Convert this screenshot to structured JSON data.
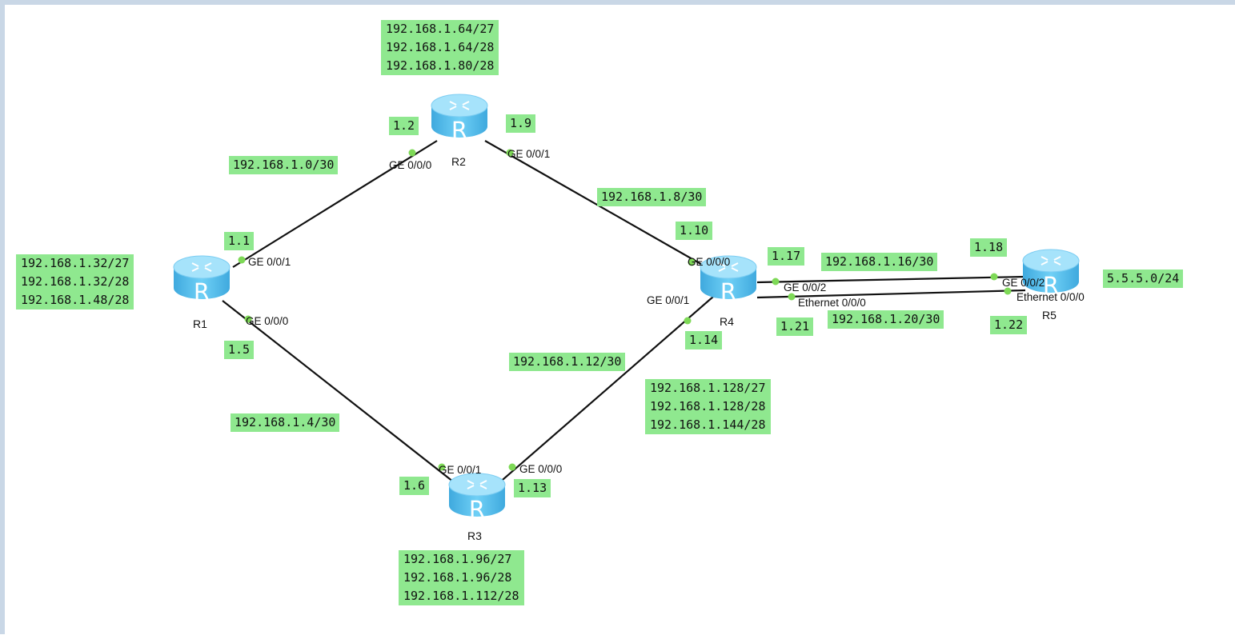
{
  "routers": {
    "r1": {
      "name": "R1"
    },
    "r2": {
      "name": "R2"
    },
    "r3": {
      "name": "R3"
    },
    "r4": {
      "name": "R4"
    },
    "r5": {
      "name": "R5"
    },
    "icon_letter": "R"
  },
  "ports": {
    "r2_ge000": "GE 0/0/0",
    "r2_ge001": "GE 0/0/1",
    "r1_ge001": "GE 0/0/1",
    "r1_ge000": "GE 0/0/0",
    "r4_ge000": "GE 0/0/0",
    "r4_ge001": "GE 0/0/1",
    "r4_ge002": "GE 0/0/2",
    "r4_eth000": "Ethernet 0/0/0",
    "r5_ge002": "GE 0/0/2",
    "r5_eth000": "Ethernet 0/0/0",
    "r3_ge001": "GE 0/0/1",
    "r3_ge000": "GE 0/0/0"
  },
  "addresses": {
    "r2_ge000": "1.2",
    "r2_ge001": "1.9",
    "r1_ge001": "1.1",
    "r1_ge000": "1.5",
    "r4_ge000": "1.10",
    "r4_ge002": "1.17",
    "r4_eth000": "1.21",
    "r4_ge001": "1.14",
    "r5_ge002": "1.18",
    "r5_eth000": "1.22",
    "r3_ge001": "1.6",
    "r3_ge000": "1.13"
  },
  "links": {
    "r1_r2": "192.168.1.0/30",
    "r2_r4": "192.168.1.8/30",
    "r1_r3": "192.168.1.4/30",
    "r3_r4": "192.168.1.12/30",
    "r4_r5_ge": "192.168.1.16/30",
    "r4_r5_eth": "192.168.1.20/30"
  },
  "lans": {
    "r2": [
      "192.168.1.64/27",
      "192.168.1.64/28",
      "192.168.1.80/28"
    ],
    "r1": [
      "192.168.1.32/27",
      "192.168.1.32/28",
      "192.168.1.48/28"
    ],
    "r4": [
      "192.168.1.128/27",
      "192.168.1.128/28",
      "192.168.1.144/28"
    ],
    "r3": [
      "192.168.1.96/27",
      "192.168.1.96/28",
      "192.168.1.112/28"
    ],
    "r5": "5.5.5.0/24"
  },
  "colors": {
    "label_bg": "#8fe88f",
    "port_dot": "#7ed957",
    "link": "#111111",
    "router_body": "#5ec3f0",
    "router_top": "#9adcf8"
  }
}
